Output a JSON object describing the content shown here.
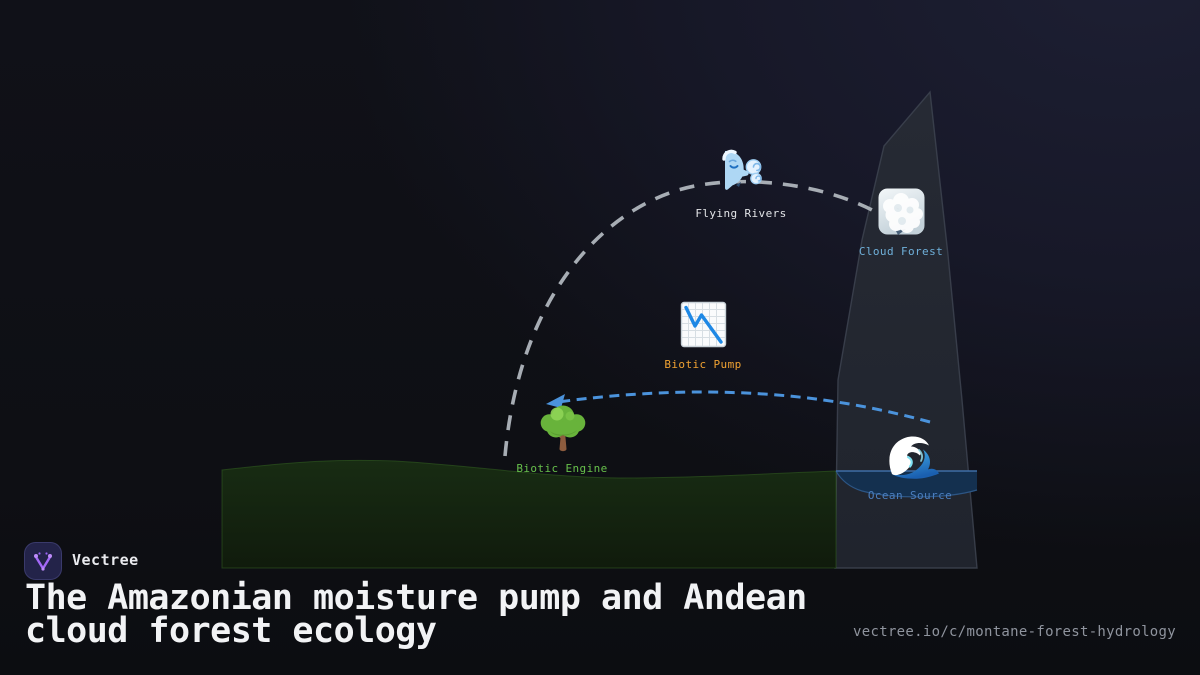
{
  "brand": {
    "name": "Vectree",
    "logo_icon": "vectree-logo-icon"
  },
  "title": {
    "line1": "The Amazonian moisture pump and Andean",
    "line2": "cloud forest ecology"
  },
  "footer": {
    "url": "vectree.io/c/montane-forest-hydrology"
  },
  "diagram": {
    "nodes": [
      {
        "id": "flying-rivers",
        "label": "Flying Rivers",
        "icon": "wind-face-icon",
        "label_color": "#e3e5e8"
      },
      {
        "id": "cloud-forest",
        "label": "Cloud Forest",
        "icon": "fog-icon",
        "label_color": "#6fb0da"
      },
      {
        "id": "biotic-pump",
        "label": "Biotic Pump",
        "icon": "chart-decreasing-icon",
        "label_color": "#f0a232"
      },
      {
        "id": "biotic-engine",
        "label": "Biotic Engine",
        "icon": "deciduous-tree-icon",
        "label_color": "#67c04b"
      },
      {
        "id": "ocean-source",
        "label": "Ocean Source",
        "icon": "water-wave-icon",
        "label_color": "#4b7fc0"
      }
    ],
    "edges": [
      {
        "id": "moisture-arc",
        "from": "biotic-engine",
        "to": "cloud-forest",
        "style": "dashed",
        "color": "#a7adb4"
      },
      {
        "id": "ocean-inflow",
        "from": "ocean-source",
        "to": "biotic-engine",
        "style": "dashed-arrow",
        "color": "#4b93dc"
      }
    ],
    "scene": {
      "background_top_right": "#1d1f33",
      "background_base": "#0e0f14",
      "ground_color": "#152511",
      "ground_edge_color": "#336120",
      "mountain_color": "#232731",
      "mountain_edge_color": "#3d4350",
      "water_color": "#14304f",
      "water_line_color": "#3e6da6"
    }
  }
}
